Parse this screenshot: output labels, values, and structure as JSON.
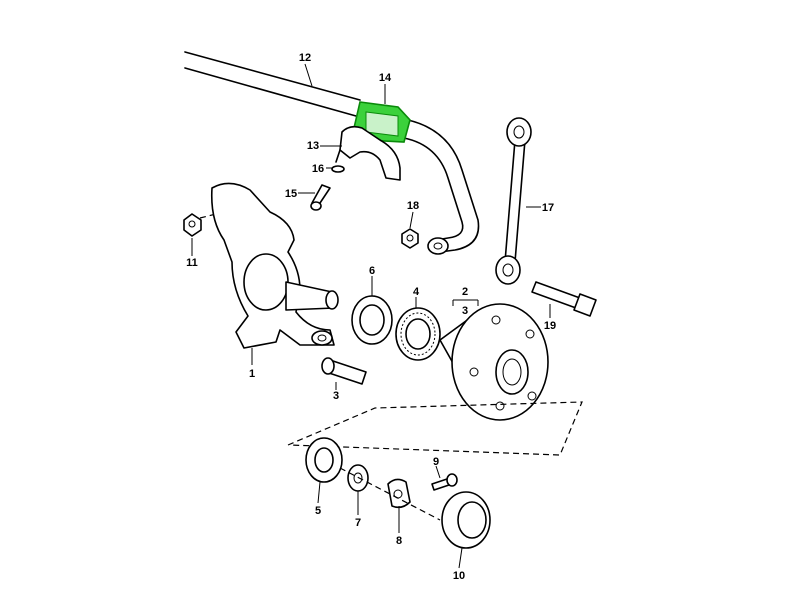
{
  "diagram": {
    "title": "",
    "highlight_color": "#3bd13b",
    "callouts": [
      {
        "id": "12",
        "part": "stabilizer-bar"
      },
      {
        "id": "14",
        "part": "bushing-highlighted"
      },
      {
        "id": "13",
        "part": "bracket"
      },
      {
        "id": "16",
        "part": "clip"
      },
      {
        "id": "15",
        "part": "bolt"
      },
      {
        "id": "18",
        "part": "nut"
      },
      {
        "id": "17",
        "part": "stabilizer-link"
      },
      {
        "id": "11",
        "part": "nut"
      },
      {
        "id": "6",
        "part": "seal"
      },
      {
        "id": "4",
        "part": "bearing"
      },
      {
        "id": "2",
        "part": "hub-assembly"
      },
      {
        "id": "3",
        "part": "hub"
      },
      {
        "id": "19",
        "part": "bolt"
      },
      {
        "id": "1",
        "part": "steering-knuckle"
      },
      {
        "id": "3",
        "part": "wheel-stud"
      },
      {
        "id": "9",
        "part": "screw"
      },
      {
        "id": "5",
        "part": "bearing"
      },
      {
        "id": "7",
        "part": "washer"
      },
      {
        "id": "8",
        "part": "nut"
      },
      {
        "id": "10",
        "part": "dust-cap"
      }
    ]
  }
}
